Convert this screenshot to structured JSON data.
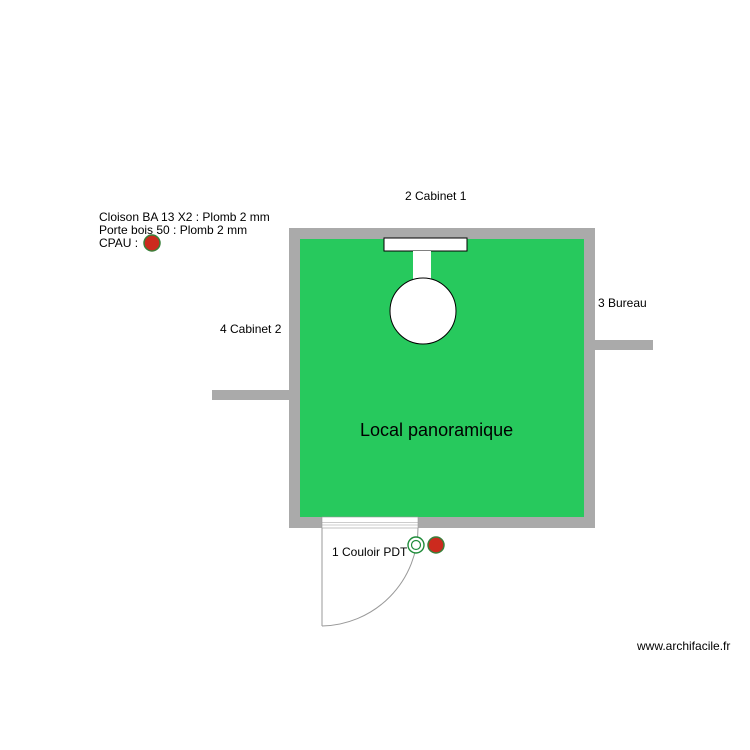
{
  "legend": {
    "lines": [
      "Cloison BA 13 X2 : Plomb 2 mm",
      "Porte bois 50 : Plomb 2 mm",
      "CPAU :"
    ]
  },
  "room": {
    "name": "Local panoramique",
    "fill_color": "#27c95d",
    "wall_color": "#aaaaaa"
  },
  "adjacent": {
    "top": "2 Cabinet 1",
    "right": "3 Bureau",
    "left": "4 Cabinet 2",
    "bottom": "1 Couloir PDT"
  },
  "symbols": {
    "cpau_icon": "red-dot-icon",
    "cpau_color": "#cc2a1e",
    "outlet_icon": "green-ring-icon",
    "outlet_color": "#1f8c3a"
  },
  "credit": "www.archifacile.fr"
}
